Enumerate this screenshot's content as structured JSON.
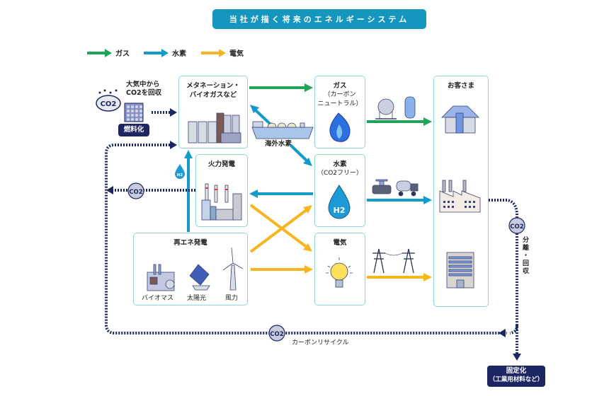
{
  "title": "当社が描く将来のエネルギーシステム",
  "legend": [
    {
      "label": "ガス",
      "color": "#22a35a"
    },
    {
      "label": "水素",
      "color": "#149ac8"
    },
    {
      "label": "電気",
      "color": "#f8b520"
    }
  ],
  "colors": {
    "gas": "#22a35a",
    "hydrogen": "#149ac8",
    "electricity": "#f8b520",
    "co2": "#1c2663",
    "box_border": "#8fd3e5",
    "title_bg": "#1596bf"
  },
  "co2_capture": {
    "label_line1": "大気中から",
    "label_line2": "CO2を回収",
    "badge": "CO2",
    "fuel_tag": "燃料化"
  },
  "methanation": {
    "line1": "メタネーション・",
    "line2": "バイオガスなど"
  },
  "overseas_hydrogen": "海外水素",
  "gas_box": {
    "title": "ガス",
    "sub1": "（カーボン",
    "sub2": "ニュートラル）"
  },
  "hydrogen_box": {
    "title": "水素",
    "sub1": "（CO2フリー）",
    "drop_label": "H2"
  },
  "electricity_box": {
    "title": "電気"
  },
  "thermal_box": {
    "title": "火力発電"
  },
  "h2_small_drop": "H2",
  "renewable_box": {
    "title": "再エネ発電",
    "items": [
      "バイオマス",
      "太陽光",
      "風力"
    ]
  },
  "customers_box": {
    "title": "お客さま"
  },
  "co2_badges": {
    "thermal": "CO2",
    "recycle": "CO2",
    "separation": "CO2"
  },
  "separation_label": [
    "分",
    "離",
    "・",
    "回",
    "収"
  ],
  "carbon_recycle_label": "カーボンリサイクル",
  "fixation": {
    "line1": "固定化",
    "line2": "（工業用材料など）"
  }
}
